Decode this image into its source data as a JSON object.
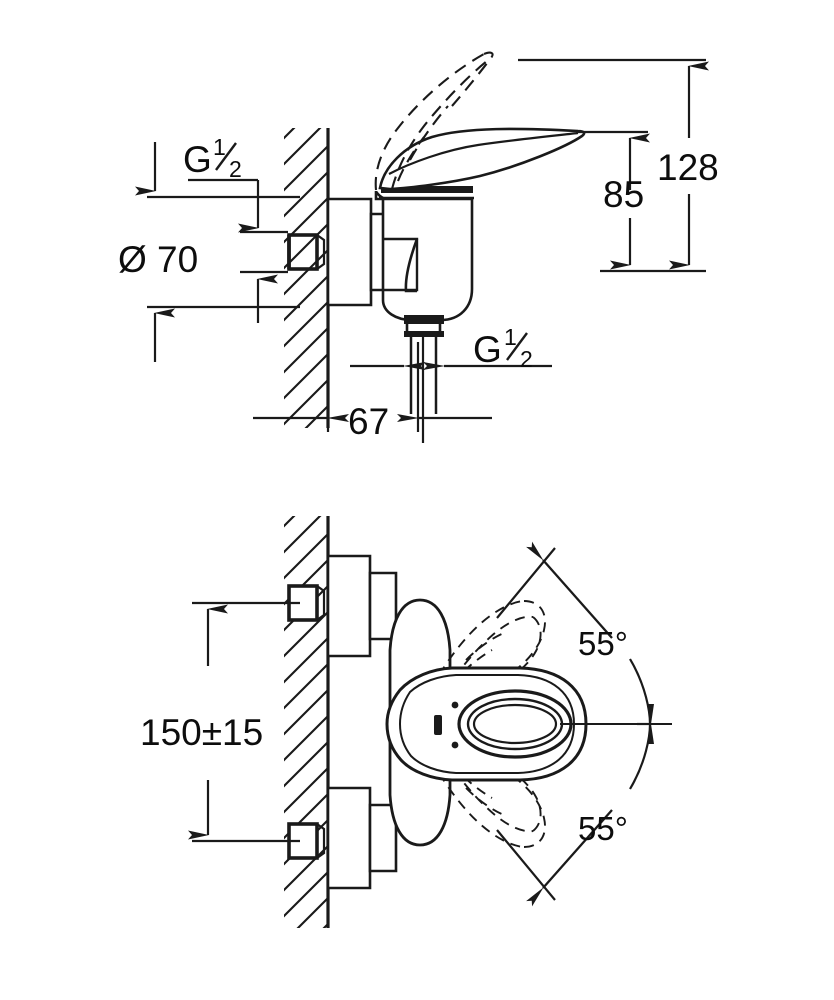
{
  "drawing": {
    "title": "Wall-mounted single-lever mixer technical dimension drawing",
    "line_color": "#1a1a1a",
    "background_color": "#ffffff",
    "views": [
      {
        "name": "side-elevation-view",
        "position": "top"
      },
      {
        "name": "plan-view",
        "position": "bottom"
      }
    ]
  },
  "side_view": {
    "labels": {
      "thread_top": {
        "prefix": "G",
        "numerator": "1",
        "denominator": "2"
      },
      "thread_bottom": {
        "prefix": "G",
        "numerator": "1",
        "denominator": "2"
      },
      "diameter": "Ø 70",
      "height_spout": "85",
      "height_total": "128",
      "projection": "67"
    }
  },
  "plan_view": {
    "labels": {
      "center_distance": "150±15",
      "swivel_up": "55°",
      "swivel_down": "55°"
    }
  }
}
